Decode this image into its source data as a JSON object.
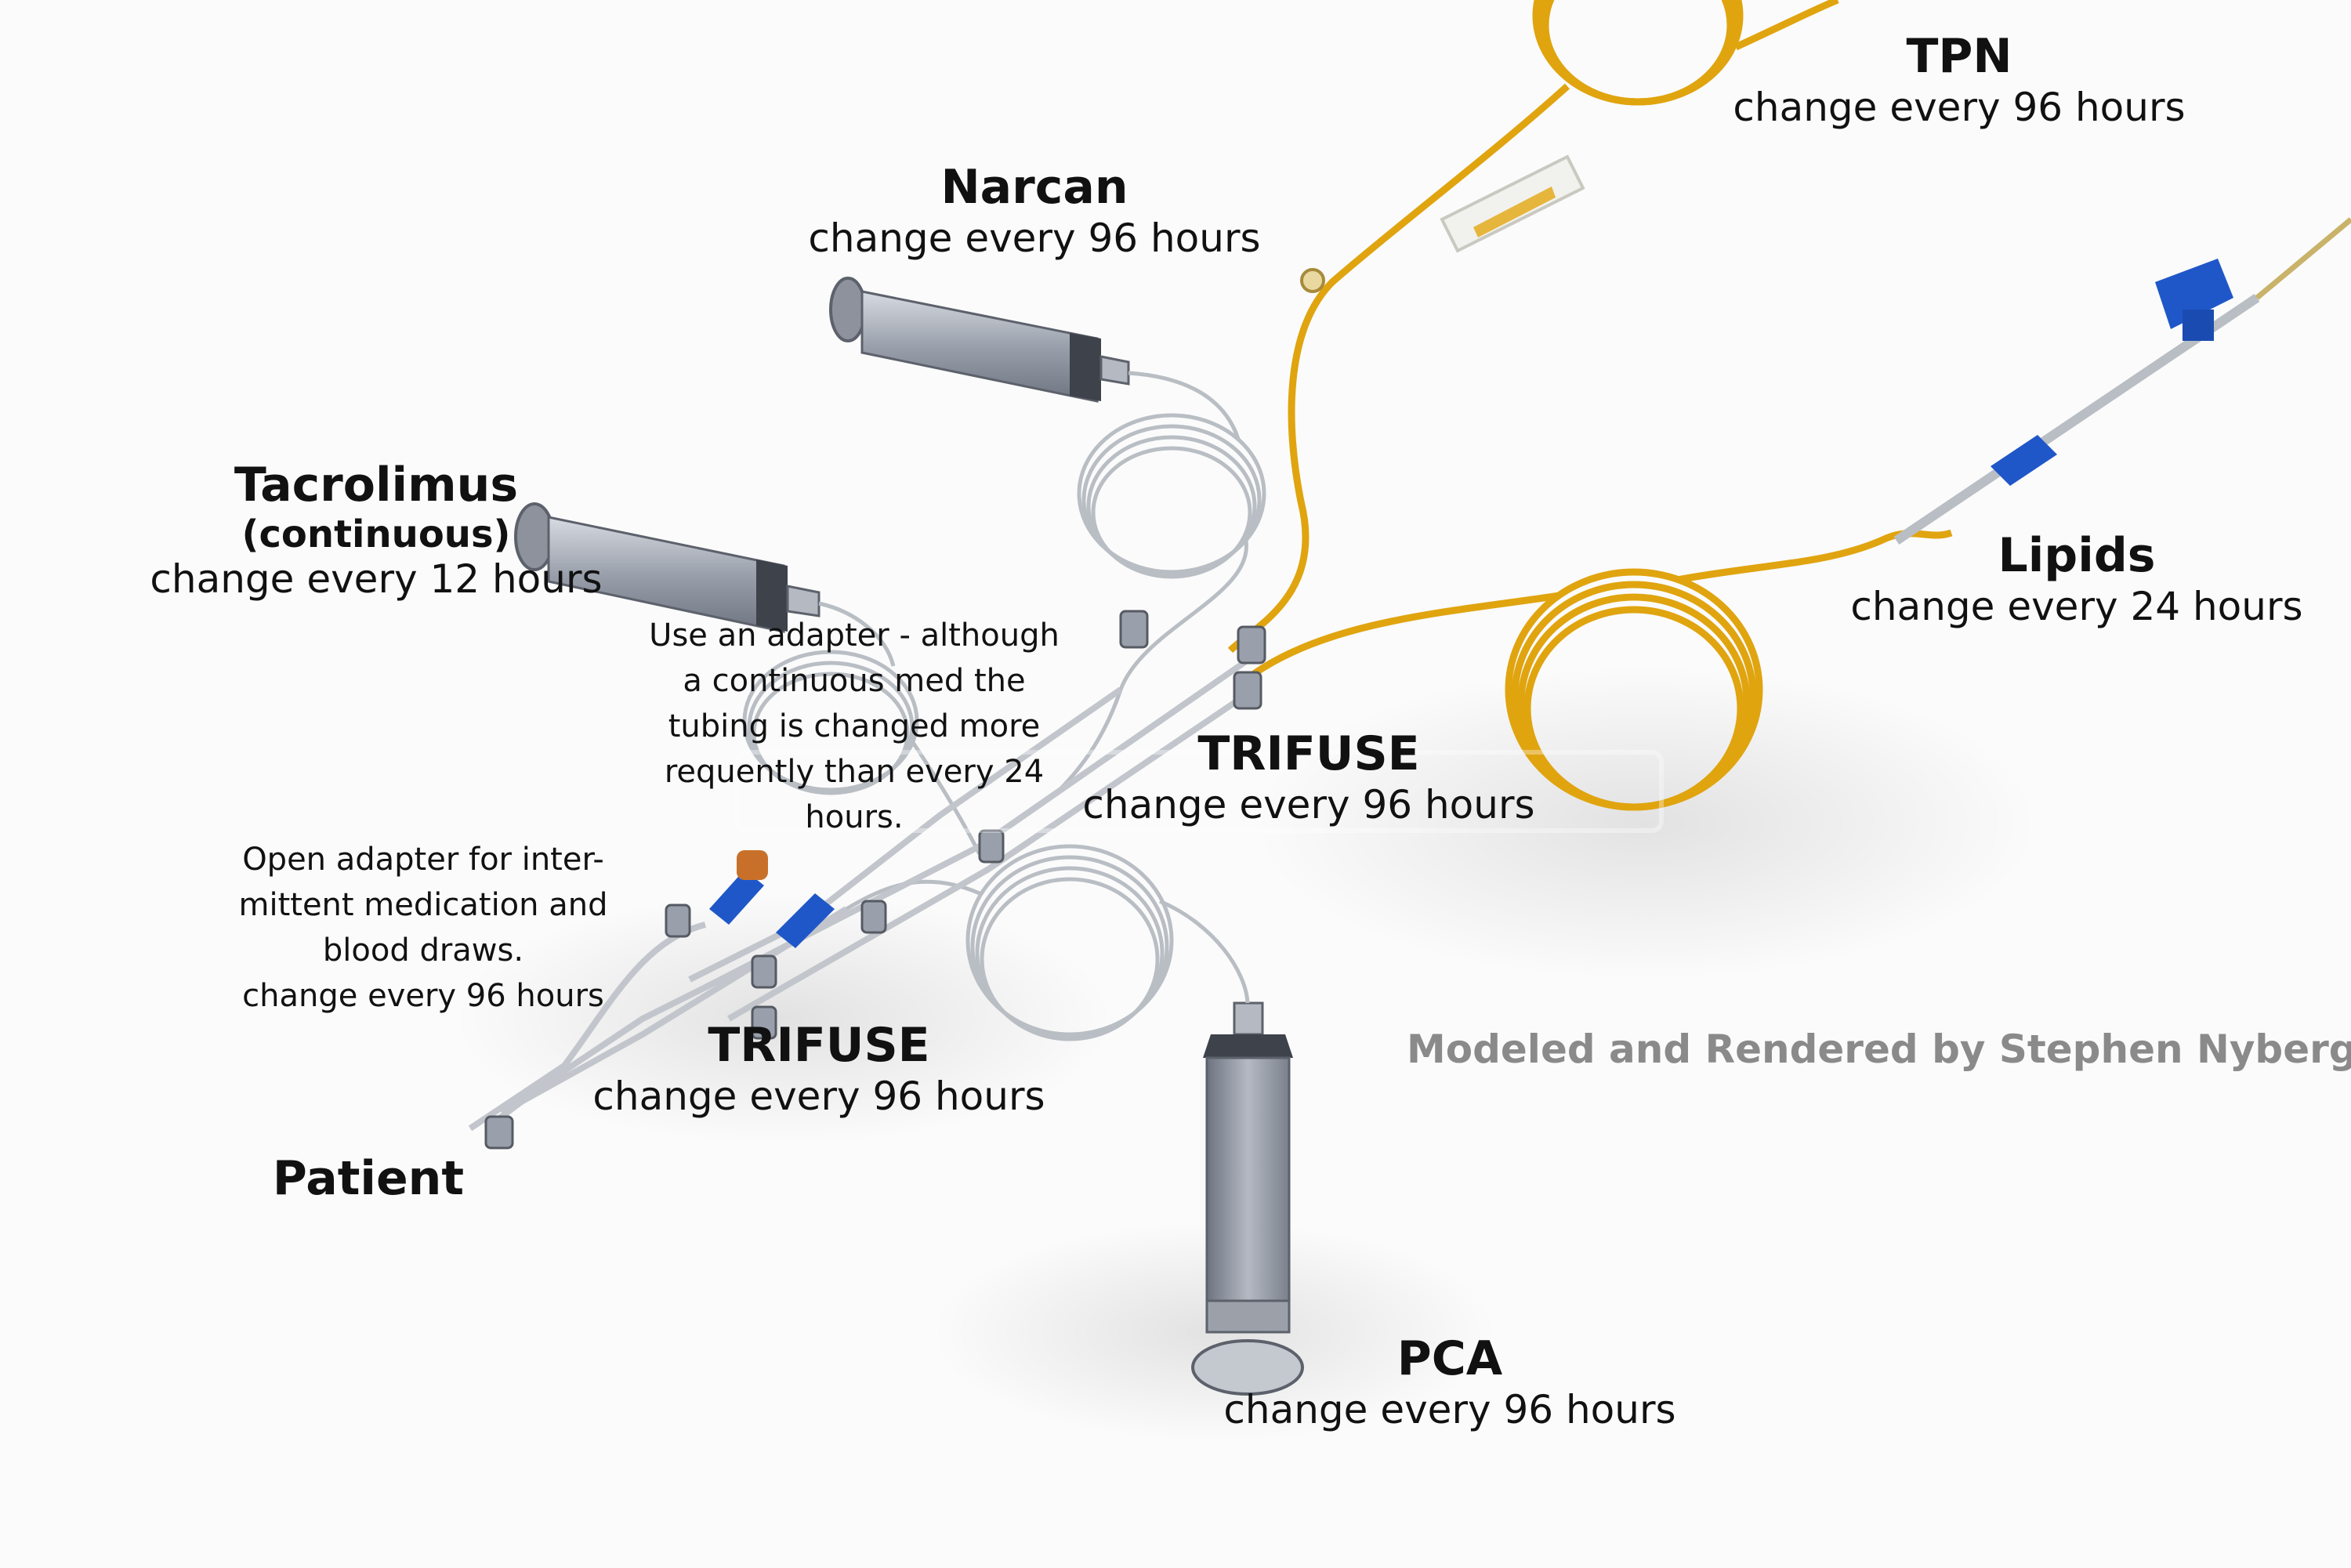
{
  "labels": {
    "tpn": {
      "title": "TPN",
      "caption": "change every 96 hours"
    },
    "narcan": {
      "title": "Narcan",
      "caption": "change every 96 hours"
    },
    "tacrolimus": {
      "title": "Tacrolimus",
      "subtitle": "(continuous)",
      "caption": "change every 12 hours"
    },
    "lipids": {
      "title": "Lipids",
      "caption": "change every 24 hours"
    },
    "trifuse_upper": {
      "title": "TRIFUSE",
      "caption": "change every 96 hours"
    },
    "trifuse_lower": {
      "title": "TRIFUSE",
      "caption": "change every 96 hours"
    },
    "patient": {
      "title": "Patient"
    },
    "pca": {
      "title": "PCA",
      "caption": "change every 96 hours"
    }
  },
  "notes": {
    "adapter": {
      "lines": [
        "Use an adapter - although",
        "a continuous med the",
        "tubing is changed more",
        "requently than every 24",
        "hours."
      ]
    },
    "open_adapter": {
      "lines": [
        "Open adapter for inter-",
        "mittent medication and",
        "blood draws.",
        "change every 96 hours"
      ]
    }
  },
  "credit": "Modeled and Rendered by Stephen Nyberg",
  "colors": {
    "yellow_tube": "#e0a40f",
    "clear_tube": "#b9bec4",
    "syringe_barrel": "#9aa0ab",
    "blue_connector": "#1f57c8",
    "orange_cap": "#c8702a",
    "credit_text": "#8a8a8a"
  }
}
